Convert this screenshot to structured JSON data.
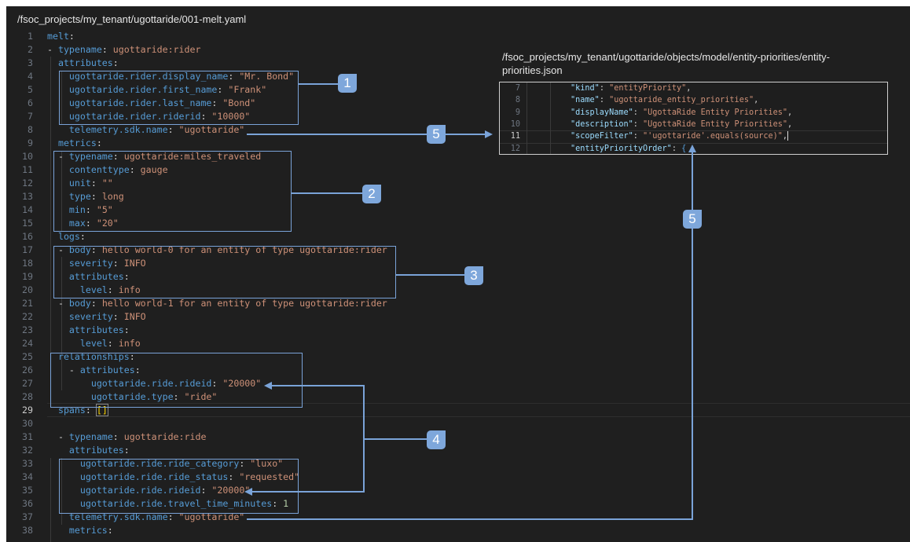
{
  "yaml_panel": {
    "path": "/fsoc_projects/my_tenant/ugottaride/001-melt.yaml",
    "active_line": 29,
    "lines": [
      {
        "n": "1",
        "tokens": [
          [
            "k",
            "melt"
          ],
          [
            "p",
            ":"
          ]
        ]
      },
      {
        "n": "2",
        "tokens": [
          [
            "p",
            "- "
          ],
          [
            "k",
            "typename"
          ],
          [
            "p",
            ": "
          ],
          [
            "s",
            "ugottaride:rider"
          ]
        ]
      },
      {
        "n": "3",
        "tokens": [
          [
            "p",
            "  "
          ],
          [
            "k",
            "attributes"
          ],
          [
            "p",
            ":"
          ]
        ]
      },
      {
        "n": "4",
        "tokens": [
          [
            "p",
            "    "
          ],
          [
            "k",
            "ugottaride.rider.display_name"
          ],
          [
            "p",
            ": "
          ],
          [
            "s",
            "\"Mr. Bond\""
          ]
        ]
      },
      {
        "n": "5",
        "tokens": [
          [
            "p",
            "    "
          ],
          [
            "k",
            "ugottaride.rider.first_name"
          ],
          [
            "p",
            ": "
          ],
          [
            "s",
            "\"Frank\""
          ]
        ]
      },
      {
        "n": "6",
        "tokens": [
          [
            "p",
            "    "
          ],
          [
            "k",
            "ugottaride.rider.last_name"
          ],
          [
            "p",
            ": "
          ],
          [
            "s",
            "\"Bond\""
          ]
        ]
      },
      {
        "n": "7",
        "tokens": [
          [
            "p",
            "    "
          ],
          [
            "k",
            "ugottaride.rider.riderid"
          ],
          [
            "p",
            ": "
          ],
          [
            "s",
            "\"10000\""
          ]
        ]
      },
      {
        "n": "8",
        "tokens": [
          [
            "p",
            "    "
          ],
          [
            "k",
            "telemetry.sdk.name"
          ],
          [
            "p",
            ": "
          ],
          [
            "s",
            "\"ugottaride\""
          ]
        ]
      },
      {
        "n": "9",
        "tokens": [
          [
            "p",
            "  "
          ],
          [
            "k",
            "metrics"
          ],
          [
            "p",
            ":"
          ]
        ]
      },
      {
        "n": "10",
        "tokens": [
          [
            "p",
            "  - "
          ],
          [
            "k",
            "typename"
          ],
          [
            "p",
            ": "
          ],
          [
            "s",
            "ugottaride:miles_traveled"
          ]
        ]
      },
      {
        "n": "11",
        "tokens": [
          [
            "p",
            "    "
          ],
          [
            "k",
            "contenttype"
          ],
          [
            "p",
            ": "
          ],
          [
            "s",
            "gauge"
          ]
        ]
      },
      {
        "n": "12",
        "tokens": [
          [
            "p",
            "    "
          ],
          [
            "k",
            "unit"
          ],
          [
            "p",
            ": "
          ],
          [
            "s",
            "\"\""
          ]
        ]
      },
      {
        "n": "13",
        "tokens": [
          [
            "p",
            "    "
          ],
          [
            "k",
            "type"
          ],
          [
            "p",
            ": "
          ],
          [
            "s",
            "long"
          ]
        ]
      },
      {
        "n": "14",
        "tokens": [
          [
            "p",
            "    "
          ],
          [
            "k",
            "min"
          ],
          [
            "p",
            ": "
          ],
          [
            "s",
            "\"5\""
          ]
        ]
      },
      {
        "n": "15",
        "tokens": [
          [
            "p",
            "    "
          ],
          [
            "k",
            "max"
          ],
          [
            "p",
            ": "
          ],
          [
            "s",
            "\"20\""
          ]
        ]
      },
      {
        "n": "16",
        "tokens": [
          [
            "p",
            "  "
          ],
          [
            "k",
            "logs"
          ],
          [
            "p",
            ":"
          ]
        ]
      },
      {
        "n": "17",
        "tokens": [
          [
            "p",
            "  - "
          ],
          [
            "k",
            "body"
          ],
          [
            "p",
            ": "
          ],
          [
            "s",
            "hello world-0 for an entity of type ugottaride:rider"
          ]
        ]
      },
      {
        "n": "18",
        "tokens": [
          [
            "p",
            "    "
          ],
          [
            "k",
            "severity"
          ],
          [
            "p",
            ": "
          ],
          [
            "s",
            "INFO"
          ]
        ]
      },
      {
        "n": "19",
        "tokens": [
          [
            "p",
            "    "
          ],
          [
            "k",
            "attributes"
          ],
          [
            "p",
            ":"
          ]
        ]
      },
      {
        "n": "20",
        "tokens": [
          [
            "p",
            "      "
          ],
          [
            "k",
            "level"
          ],
          [
            "p",
            ": "
          ],
          [
            "s",
            "info"
          ]
        ]
      },
      {
        "n": "21",
        "tokens": [
          [
            "p",
            "  - "
          ],
          [
            "k",
            "body"
          ],
          [
            "p",
            ": "
          ],
          [
            "s",
            "hello world-1 for an entity of type ugottaride:rider"
          ]
        ]
      },
      {
        "n": "22",
        "tokens": [
          [
            "p",
            "    "
          ],
          [
            "k",
            "severity"
          ],
          [
            "p",
            ": "
          ],
          [
            "s",
            "INFO"
          ]
        ]
      },
      {
        "n": "23",
        "tokens": [
          [
            "p",
            "    "
          ],
          [
            "k",
            "attributes"
          ],
          [
            "p",
            ":"
          ]
        ]
      },
      {
        "n": "24",
        "tokens": [
          [
            "p",
            "      "
          ],
          [
            "k",
            "level"
          ],
          [
            "p",
            ": "
          ],
          [
            "s",
            "info"
          ]
        ]
      },
      {
        "n": "25",
        "tokens": [
          [
            "p",
            "  "
          ],
          [
            "k",
            "relationships"
          ],
          [
            "p",
            ":"
          ]
        ]
      },
      {
        "n": "26",
        "tokens": [
          [
            "p",
            "    - "
          ],
          [
            "k",
            "attributes"
          ],
          [
            "p",
            ":"
          ]
        ]
      },
      {
        "n": "27",
        "tokens": [
          [
            "p",
            "        "
          ],
          [
            "k",
            "ugottaride.ride.rideid"
          ],
          [
            "p",
            ": "
          ],
          [
            "s",
            "\"20000\""
          ]
        ]
      },
      {
        "n": "28",
        "tokens": [
          [
            "p",
            "        "
          ],
          [
            "k",
            "ugottaride.type"
          ],
          [
            "p",
            ": "
          ],
          [
            "s",
            "\"ride\""
          ]
        ]
      },
      {
        "n": "29",
        "tokens": [
          [
            "p",
            "  "
          ],
          [
            "k",
            "spans"
          ],
          [
            "p",
            ": "
          ],
          [
            "br",
            "[]"
          ]
        ]
      },
      {
        "n": "30",
        "tokens": []
      },
      {
        "n": "31",
        "tokens": [
          [
            "p",
            "  - "
          ],
          [
            "k",
            "typename"
          ],
          [
            "p",
            ": "
          ],
          [
            "s",
            "ugottaride:ride"
          ]
        ]
      },
      {
        "n": "32",
        "tokens": [
          [
            "p",
            "    "
          ],
          [
            "k",
            "attributes"
          ],
          [
            "p",
            ":"
          ]
        ]
      },
      {
        "n": "33",
        "tokens": [
          [
            "p",
            "      "
          ],
          [
            "k",
            "ugottaride.ride.ride_category"
          ],
          [
            "p",
            ": "
          ],
          [
            "s",
            "\"luxo\""
          ]
        ]
      },
      {
        "n": "34",
        "tokens": [
          [
            "p",
            "      "
          ],
          [
            "k",
            "ugottaride.ride.ride_status"
          ],
          [
            "p",
            ": "
          ],
          [
            "s",
            "\"requested\""
          ]
        ]
      },
      {
        "n": "35",
        "tokens": [
          [
            "p",
            "      "
          ],
          [
            "k",
            "ugottaride.ride.rideid"
          ],
          [
            "p",
            ": "
          ],
          [
            "s",
            "\"20000\""
          ]
        ]
      },
      {
        "n": "36",
        "tokens": [
          [
            "p",
            "      "
          ],
          [
            "k",
            "ugottaride.ride.travel_time_minutes"
          ],
          [
            "p",
            ": "
          ],
          [
            "n",
            "1"
          ]
        ]
      },
      {
        "n": "37",
        "tokens": [
          [
            "p",
            "    "
          ],
          [
            "k",
            "telemetry.sdk.name"
          ],
          [
            "p",
            ": "
          ],
          [
            "s",
            "\"ugottaride\""
          ]
        ]
      },
      {
        "n": "38",
        "tokens": [
          [
            "p",
            "    "
          ],
          [
            "k",
            "metrics"
          ],
          [
            "p",
            ":"
          ]
        ]
      }
    ]
  },
  "json_panel": {
    "path": "/fsoc_projects/my_tenant/ugottaride/objects/model/entity-priorities/entity-priorities.json",
    "active_line": 11,
    "lines": [
      {
        "n": "7",
        "tokens": [
          [
            "jk",
            "\"kind\""
          ],
          [
            "p",
            ": "
          ],
          [
            "s",
            "\"entityPriority\""
          ],
          [
            "p",
            ","
          ]
        ]
      },
      {
        "n": "8",
        "tokens": [
          [
            "jk",
            "\"name\""
          ],
          [
            "p",
            ": "
          ],
          [
            "s",
            "\"ugottaride_entity_priorities\""
          ],
          [
            "p",
            ","
          ]
        ]
      },
      {
        "n": "9",
        "tokens": [
          [
            "jk",
            "\"displayName\""
          ],
          [
            "p",
            ": "
          ],
          [
            "s",
            "\"UgottaRide Entity Priorities\""
          ],
          [
            "p",
            ","
          ]
        ]
      },
      {
        "n": "10",
        "tokens": [
          [
            "jk",
            "\"description\""
          ],
          [
            "p",
            ": "
          ],
          [
            "s",
            "\"UgottaRide Entity Priorities\""
          ],
          [
            "p",
            ","
          ]
        ]
      },
      {
        "n": "11",
        "tokens": [
          [
            "jk",
            "\"scopeFilter\""
          ],
          [
            "p",
            ": "
          ],
          [
            "s",
            "\"'ugottaride'.equals(source)\""
          ],
          [
            "p",
            ","
          ]
        ]
      },
      {
        "n": "12",
        "tokens": [
          [
            "jk",
            "\"entityPriorityOrder\""
          ],
          [
            "p",
            ": "
          ],
          [
            "k",
            "{"
          ]
        ]
      }
    ]
  },
  "callouts": [
    {
      "id": "1",
      "label": "1",
      "target": "rider attributes (lines 4-7)"
    },
    {
      "id": "2",
      "label": "2",
      "target": "miles_traveled metric (lines 10-15)"
    },
    {
      "id": "3",
      "label": "3",
      "target": "log entry (lines 17-20)"
    },
    {
      "id": "4",
      "label": "4",
      "target": "relationship rideid links to ride rideid"
    },
    {
      "id": "5a",
      "label": "5",
      "target": "telemetry.sdk.name to scopeFilter"
    },
    {
      "id": "5b",
      "label": "5",
      "target": "telemetry.sdk.name to scopeFilter"
    }
  ],
  "colors": {
    "background": "#1f1f1f",
    "accent": "#7aa3d8",
    "key": "#569cd6",
    "string": "#ce9178",
    "number": "#b5cea8",
    "json_key": "#9cdcfe"
  }
}
